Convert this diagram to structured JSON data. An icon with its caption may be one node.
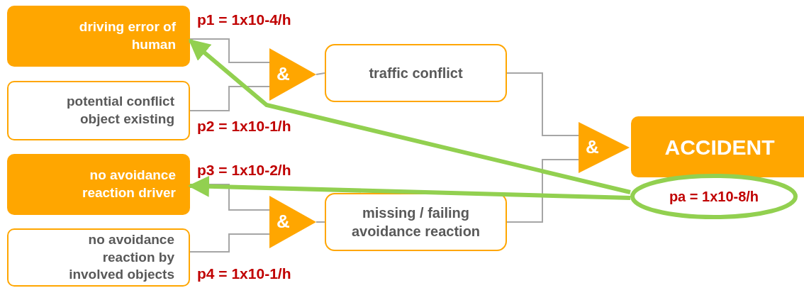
{
  "diagram": {
    "nodes": [
      {
        "text": [
          "driving error of human"
        ],
        "beside": [
          "p1 = 1x10-4/h"
        ]
      },
      {
        "text": [
          "potential conflict object existing"
        ],
        "beside": [
          "p2 = 1x10-1/h"
        ]
      },
      {
        "text": [
          "no avoidance reaction driver"
        ],
        "beside": [
          "p3 = 1x10-2/h"
        ]
      },
      {
        "text": [
          "no avoidance reaction by involved objects"
        ],
        "beside": [
          "p4 = 1x10-1/h"
        ]
      },
      {
        "text": [
          "&"
        ]
      },
      {
        "text": [
          "traffic conflict"
        ]
      },
      {
        "text": [
          "&"
        ]
      },
      {
        "text": [
          "missing / failing avoidance reaction"
        ]
      },
      {
        "text": [
          "&"
        ]
      },
      {
        "text": [
          "ACCIDENT"
        ]
      },
      {
        "text": [
          "pa = 1x10-8/h"
        ]
      }
    ],
    "edges": [
      {
        "from": 0,
        "to": 4,
        "arrow": "none"
      },
      {
        "from": 1,
        "to": 4,
        "arrow": "none"
      },
      {
        "from": 4,
        "to": 5,
        "arrow": "none"
      },
      {
        "from": 2,
        "to": 6,
        "arrow": "none"
      },
      {
        "from": 3,
        "to": 6,
        "arrow": "none"
      },
      {
        "from": 6,
        "to": 7,
        "arrow": "none"
      },
      {
        "from": 5,
        "to": 8,
        "arrow": "none"
      },
      {
        "from": 7,
        "to": 8,
        "arrow": "none"
      },
      {
        "from": 10,
        "to": 0,
        "arrow": "to",
        "style": "thick",
        "color": "#92d050"
      },
      {
        "from": 10,
        "to": 2,
        "arrow": "to",
        "style": "thick",
        "color": "#92d050"
      }
    ]
  }
}
